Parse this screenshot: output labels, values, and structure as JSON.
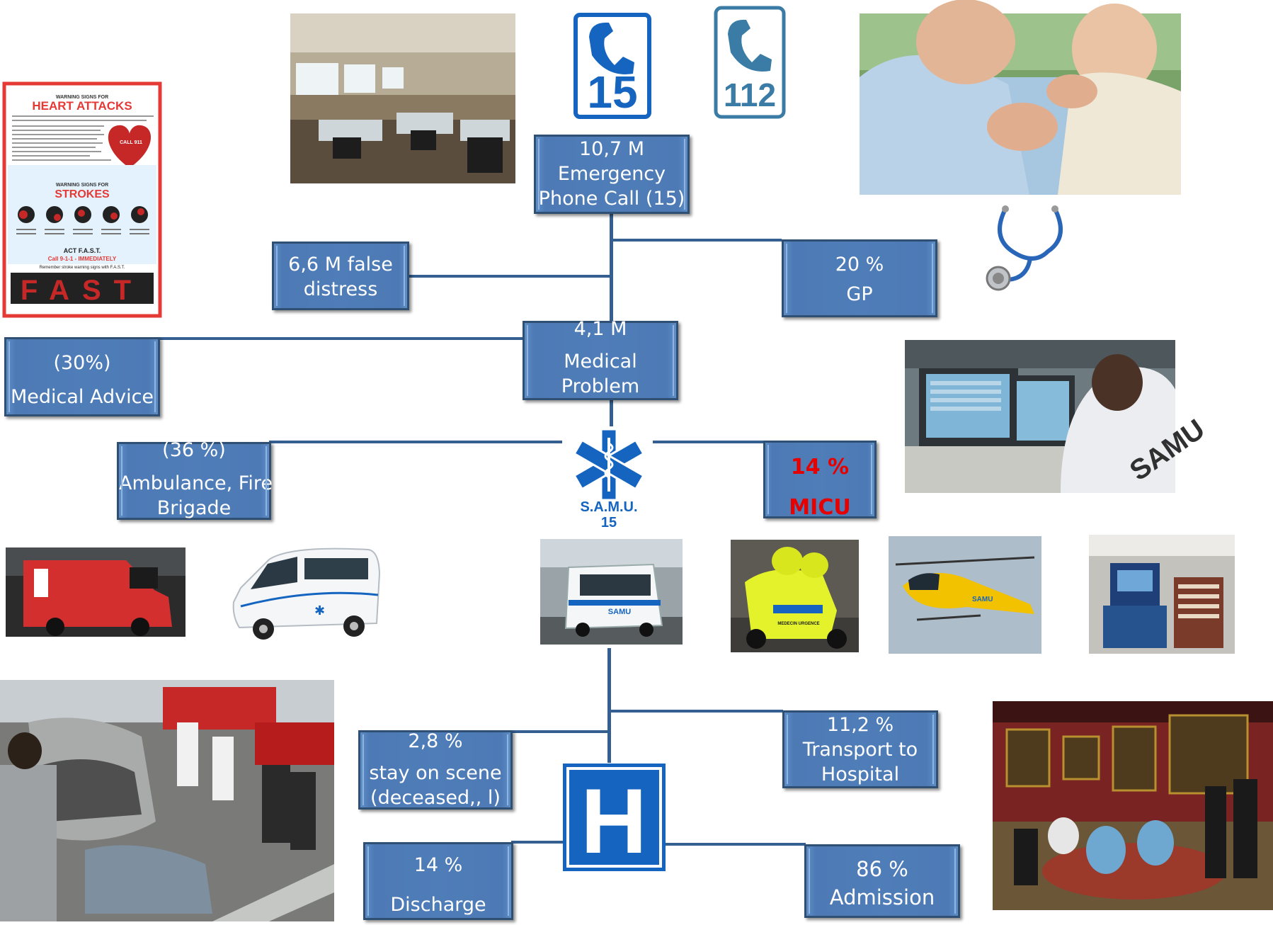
{
  "call_15": {
    "line1": "10,7 M",
    "line2": "Emergency",
    "line3": "Phone Call (15)"
  },
  "false_distress": {
    "line1": "6,6 M false",
    "line2": "distress"
  },
  "gp": {
    "line1": "20 %",
    "line2": "GP"
  },
  "medical_problem": {
    "line1": "4,1 M",
    "line2": "Medical",
    "line3": "Problem"
  },
  "medical_advice": {
    "line1": "(30%)",
    "line2": "Medical Advice"
  },
  "ambulance": {
    "line1": "(36 %)",
    "line2": "Ambulance, Fire",
    "line3": "Brigade"
  },
  "micu": {
    "line1": "14 %",
    "line2": "MICU"
  },
  "transport": {
    "line1": "11,2 %",
    "line2": "Transport to",
    "line3": "Hospital"
  },
  "stay_on_scene": {
    "line1": "2,8 %",
    "line2": "stay on scene",
    "line3": "(deceased,, l)"
  },
  "discharge": {
    "line1": "14 %",
    "line2": "Discharge"
  },
  "admission": {
    "line1": "86 %",
    "line2": "Admission"
  },
  "logos": {
    "phone_15": "15",
    "phone_112": "112",
    "samu_line1": "S.A.M.U.",
    "samu_line2": "15",
    "hospital": "H"
  },
  "poster": {
    "kicker1": "WARNING SIGNS FOR",
    "title1": "HEART ATTACKS",
    "kicker2": "WARNING SIGNS FOR",
    "title2": "STROKES",
    "act": "ACT F.A.S.T.",
    "call": "Call 9-1-1 - IMMEDIATELY",
    "remember": "Remember stroke warning signs with F.A.S.T.",
    "fast": "FAST",
    "heart_call": "CALL 911"
  },
  "photo_labels": {
    "samu_shirt": "SAMU",
    "heli": "SAMU",
    "van": "SAMU",
    "moto": "MEDECIN URGENCE"
  },
  "colors": {
    "box_fill": "#4f7db8",
    "box_border": "#2f4f73",
    "connector": "#365f91",
    "logo_blue": "#1565c0",
    "highlight_red": "#e60000"
  }
}
